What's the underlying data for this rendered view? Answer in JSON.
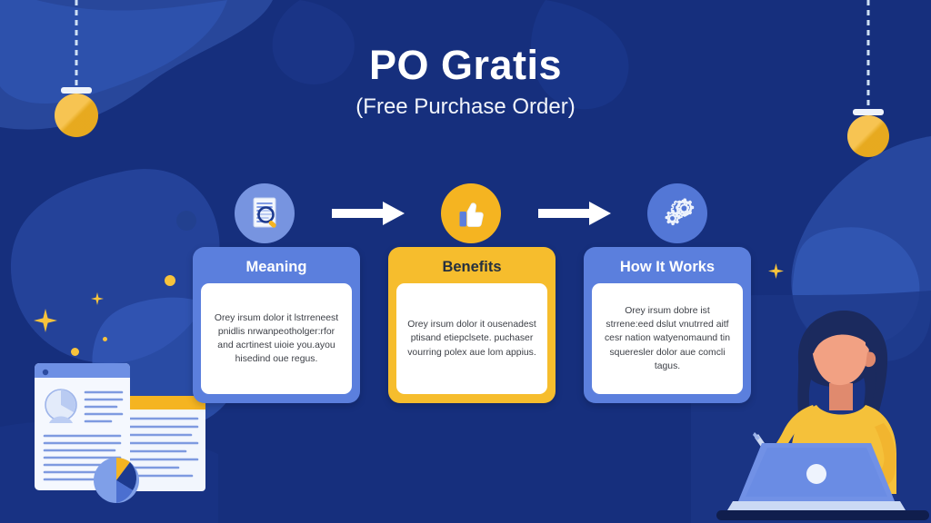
{
  "theme": {
    "background": "#162f7d",
    "accent_yellow": "#f5b421",
    "accent_blue": "#5b7fdd",
    "card_white": "#ffffff",
    "title_color": "#ffffff"
  },
  "header": {
    "title": "PO Gratis",
    "subtitle": "(Free Purchase Order)"
  },
  "icons": [
    {
      "name": "document-search-icon",
      "circle_color": "#7794e0"
    },
    {
      "name": "thumbs-up-icon",
      "circle_color": "#f5b421"
    },
    {
      "name": "gears-icon",
      "circle_color": "#5377d6"
    }
  ],
  "arrows": [
    {
      "name": "arrow-right-icon"
    },
    {
      "name": "arrow-right-icon"
    }
  ],
  "cards": [
    {
      "title": "Meaning",
      "style": "blue",
      "body": "Orey irsum dolor it lstrreneest pnidlis nrwanpeotholger:rfor and acrtinest uioie you.ayou hisedind oue regus."
    },
    {
      "title": "Benefits",
      "style": "yellow",
      "body": "Orey irsum dolor it ousenadest ptisand etiepclsete. puchaser vourring polex aue lom appius."
    },
    {
      "title": "How It Works",
      "style": "blue",
      "body": "Orey irsum dobre ist strrene:eed dslut vnutrred aitf cesr nation watyenomaund tin squeresler dolor aue comcli tagus."
    }
  ],
  "decorations": {
    "lamps": [
      {
        "name": "hanging-lamp-left",
        "color": "#f5b421"
      },
      {
        "name": "hanging-lamp-right",
        "color": "#f5b421"
      }
    ],
    "sparkles": 6,
    "left_illustration": "documents-with-pie-chart-illustration",
    "right_illustration": "woman-working-on-laptop-illustration"
  }
}
